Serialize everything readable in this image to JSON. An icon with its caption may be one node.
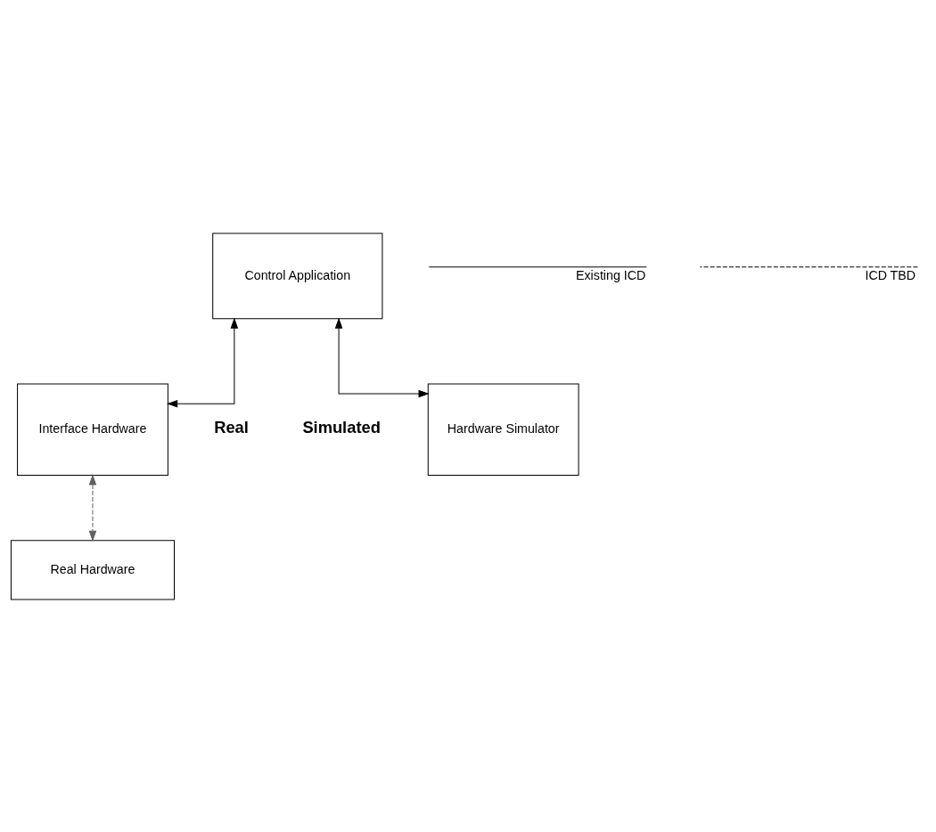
{
  "diagram": {
    "nodes": [
      {
        "text": [
          "Control Application"
        ]
      },
      {
        "text": [
          "Interface Hardware"
        ]
      },
      {
        "text": [
          "Hardware Simulator"
        ]
      },
      {
        "text": [
          "Real Hardware"
        ]
      }
    ],
    "edges": [
      {
        "from": 0,
        "to": 1,
        "arrow": "both"
      },
      {
        "from": 0,
        "to": 2,
        "arrow": "both"
      },
      {
        "from": 1,
        "to": 3,
        "arrow": "both",
        "style": "dashed",
        "color": "#606060"
      }
    ],
    "labels": [
      "Real",
      "Simulated"
    ],
    "legend": [
      {
        "text": "Existing ICD"
      },
      {
        "text": "ICD TBD"
      }
    ]
  }
}
